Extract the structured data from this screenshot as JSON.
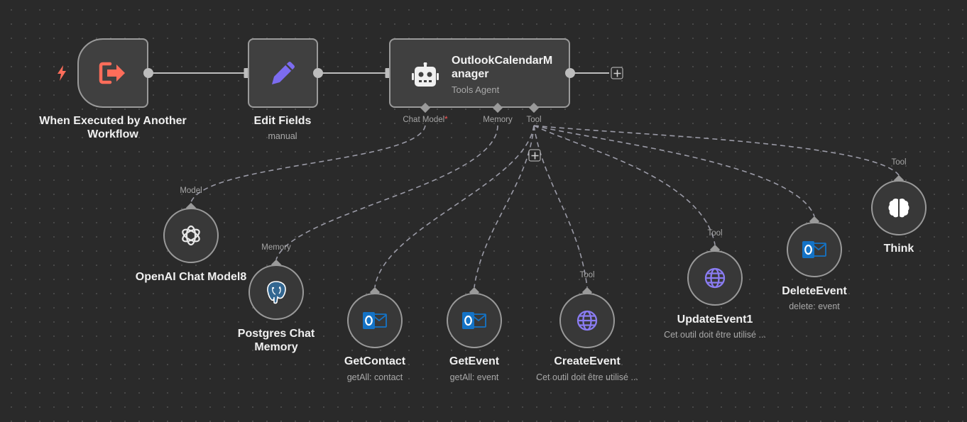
{
  "workflow": {
    "trigger": {
      "title": "When Executed by Another Workflow",
      "icon": "sign-out-icon"
    },
    "edit_fields": {
      "title": "Edit Fields",
      "subtitle": "manual",
      "icon": "pencil-icon"
    },
    "agent": {
      "title": "OutlookCalendarManager",
      "subtitle": "Tools Agent",
      "icon": "robot-icon",
      "ports": {
        "chat_model": "Chat Model",
        "required_mark": "*",
        "memory": "Memory",
        "tool": "Tool"
      }
    },
    "sub_nodes": {
      "openai": {
        "title": "OpenAI Chat Model8",
        "port": "Model",
        "icon": "openai-icon"
      },
      "postgres": {
        "title": "Postgres Chat Memory",
        "port": "Memory",
        "icon": "postgres-icon"
      },
      "get_contact": {
        "title": "GetContact",
        "subtitle": "getAll: contact",
        "icon": "outlook-icon"
      },
      "get_event": {
        "title": "GetEvent",
        "subtitle": "getAll: event",
        "icon": "outlook-icon"
      },
      "create_event": {
        "title": "CreateEvent",
        "subtitle": "Cet outil doit être utilisé ...",
        "port": "Tool",
        "icon": "globe-icon"
      },
      "update_event": {
        "title": "UpdateEvent1",
        "subtitle": "Cet outil doit être utilisé ...",
        "port": "Tool",
        "icon": "globe-icon"
      },
      "delete_event": {
        "title": "DeleteEvent",
        "subtitle": "delete: event",
        "icon": "outlook-icon"
      },
      "think": {
        "title": "Think",
        "port": "Tool",
        "icon": "brain-icon"
      }
    }
  },
  "colors": {
    "canvas": "#2a2a2a",
    "node_fill": "#404040",
    "node_border": "#9a9a9a",
    "trigger_accent": "#ff6d5a",
    "pencil": "#7c6cf0",
    "globe": "#8a7cf2",
    "outlook_blue": "#1473c6",
    "postgres_blue": "#336791"
  }
}
